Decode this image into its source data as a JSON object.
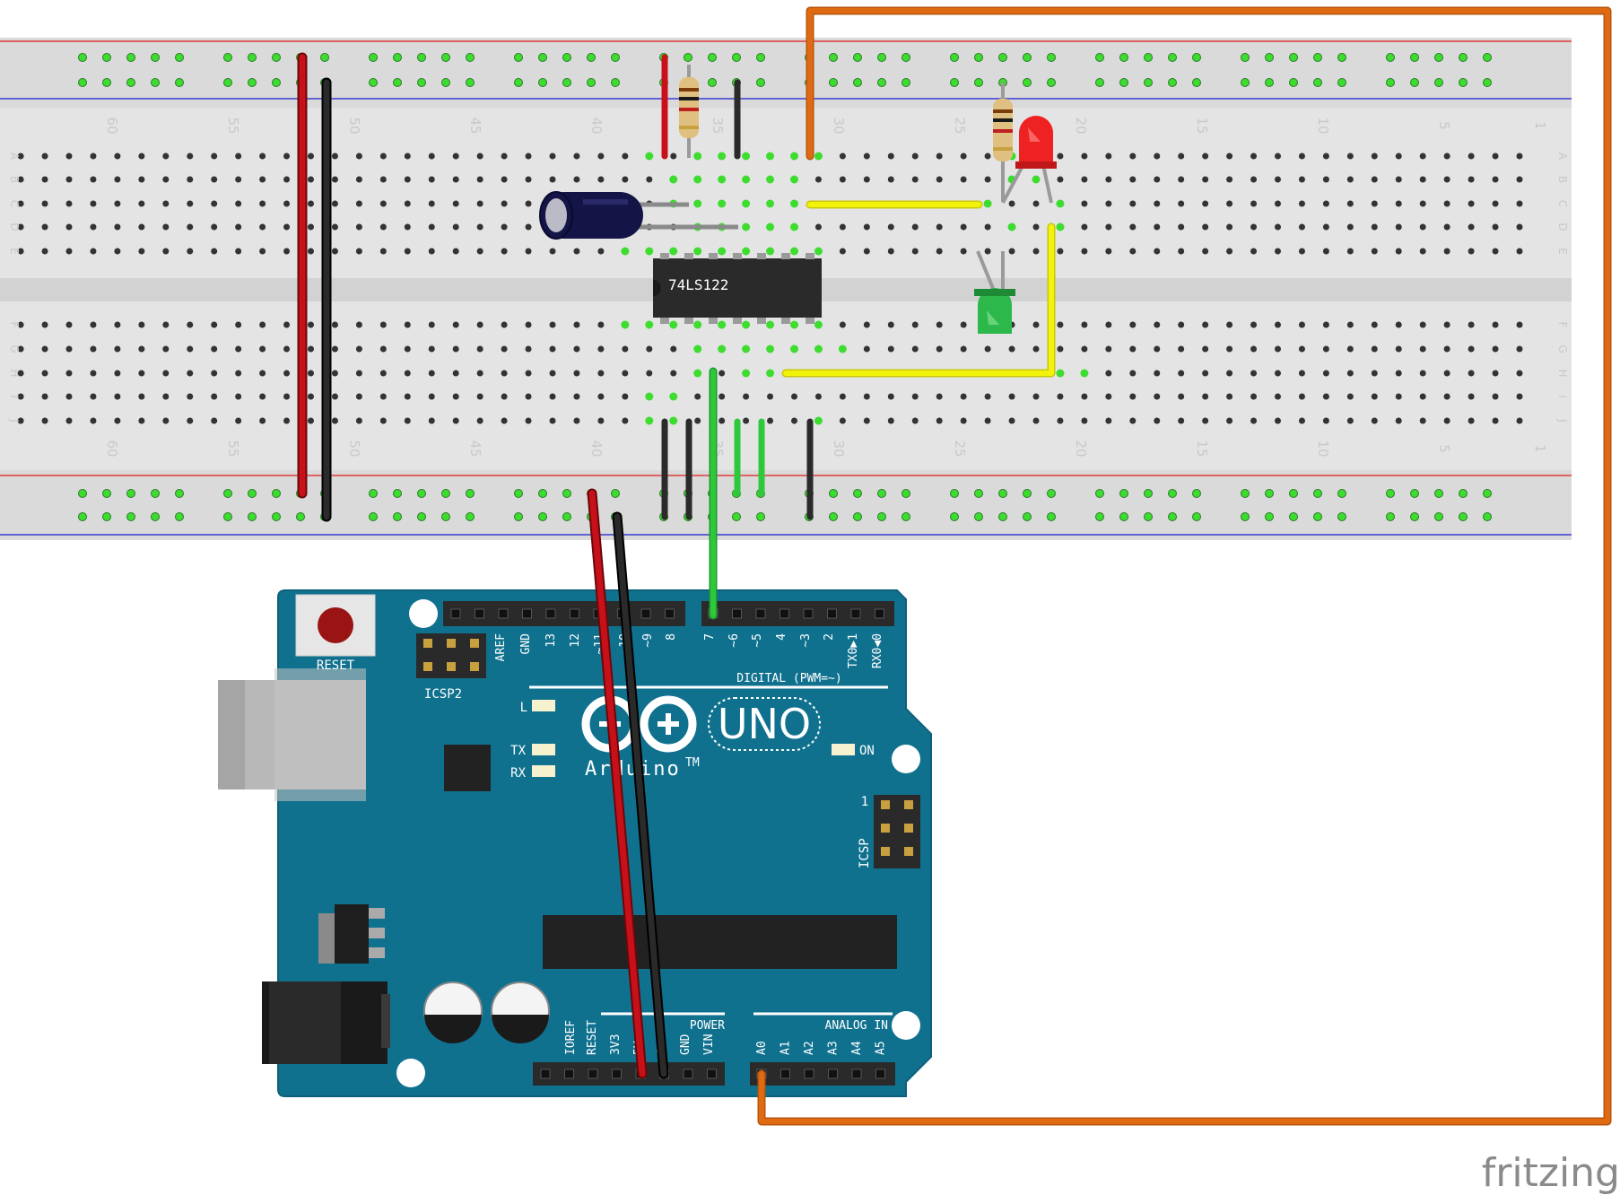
{
  "breadboard": {
    "column_numbers": [
      "60",
      "55",
      "50",
      "45",
      "40",
      "35",
      "30",
      "25",
      "20",
      "15",
      "10",
      "5",
      "1"
    ],
    "row_letters_top": [
      "A",
      "B",
      "C",
      "D",
      "E"
    ],
    "row_letters_bottom": [
      "F",
      "G",
      "H",
      "I",
      "J"
    ]
  },
  "chip": {
    "label": "74LS122"
  },
  "arduino": {
    "reset_label": "RESET",
    "icsp2_label": "ICSP2",
    "icsp_label": "ICSP",
    "icsp_pin1": "1",
    "digital_label": "DIGITAL (PWM=~)",
    "power_label": "POWER",
    "analog_label": "ANALOG IN",
    "led_l": "L",
    "led_tx": "TX",
    "led_rx": "RX",
    "led_on": "ON",
    "uno": "UNO",
    "brand": "Arduino",
    "tm": "TM",
    "top_header_pins": [
      "AREF",
      "GND",
      "13",
      "12",
      "~11",
      "~10",
      "~9",
      "8",
      "7",
      "~6",
      "~5",
      "4",
      "~3",
      "2",
      "TX0▶1",
      "RX0◀0"
    ],
    "power_pins": [
      "IOREF",
      "RESET",
      "3V3",
      "5V",
      "GND",
      "GND",
      "VIN"
    ],
    "analog_pins": [
      "A0",
      "A1",
      "A2",
      "A3",
      "A4",
      "A5"
    ]
  },
  "footer": {
    "brand": "fritzing"
  },
  "colors": {
    "board_blue": "#10718f",
    "breadboard": "#e3e3e3",
    "wire_red": "#c8101a",
    "wire_black": "#1c1c1c",
    "wire_yellow": "#f2f20a",
    "wire_green": "#2ec83c",
    "wire_orange": "#e06a12",
    "led_red": "#ee2222",
    "led_green": "#2cb84a"
  },
  "icons": [
    "reset-button-icon",
    "usb-connector-icon",
    "dc-jack-icon",
    "capacitor-icon",
    "resistor-icon",
    "led-icon",
    "ic-chip-icon"
  ]
}
